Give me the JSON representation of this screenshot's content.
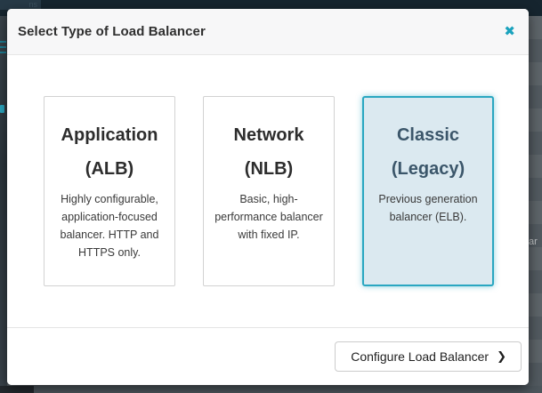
{
  "backdrop": {
    "top_tab_fragment": "ns",
    "right_fragment": "ar"
  },
  "modal": {
    "title": "Select Type of Load Balancer",
    "close_icon": "✖",
    "cards": [
      {
        "title_line1": "Application",
        "title_line2": "(ALB)",
        "description": "Highly configurable, application-focused balancer. HTTP and HTTPS only.",
        "selected": false
      },
      {
        "title_line1": "Network",
        "title_line2": "(NLB)",
        "description": "Basic, high-performance balancer with fixed IP.",
        "selected": false
      },
      {
        "title_line1": "Classic",
        "title_line2": "(Legacy)",
        "description": "Previous generation balancer (ELB).",
        "selected": true
      }
    ],
    "footer": {
      "configure_button_label": "Configure Load Balancer",
      "chevron_icon": "❯"
    }
  },
  "colors": {
    "accent_teal": "#1aa2bd",
    "selected_card_border": "#2aa7c1",
    "selected_card_bg": "#dbe9f0",
    "selected_card_heading": "#3b566a"
  }
}
